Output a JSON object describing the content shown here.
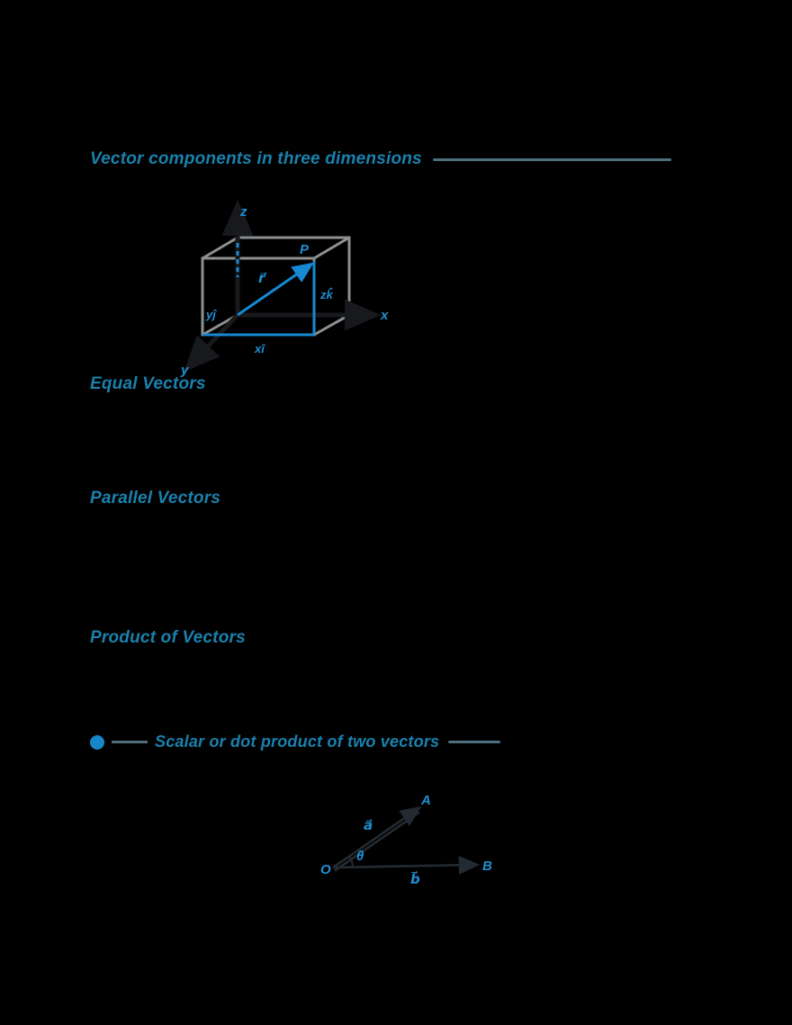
{
  "colors": {
    "background": "#000000",
    "heading_teal": "#1a81ad",
    "diagram_label_blue": "#1f8fd2",
    "vector_blue": "#1689d2",
    "box_gray": "#8d9091",
    "rule_gray": "#4e6f7d",
    "axis_dark": "#17191c",
    "dark_vector": "#232a31",
    "bullet_blue": "#1886c8"
  },
  "sections": {
    "s1": {
      "title": "Vector components in three dimensions"
    },
    "s2": {
      "title": "Equal Vectors"
    },
    "s3": {
      "title": "Parallel Vectors"
    },
    "s4": {
      "title": "Product of Vectors"
    },
    "s5": {
      "title": "Scalar or dot product of two vectors"
    }
  },
  "diagram_3d": {
    "axis_labels": {
      "x": "x",
      "y": "y",
      "z": "z"
    },
    "point_label": "P",
    "vector_label": "r⃗",
    "component_labels": {
      "x_component": "xî",
      "y_component": "yĵ",
      "z_component": "zk̂"
    }
  },
  "diagram_angle": {
    "vertex_label": "O",
    "point_a": "A",
    "point_b": "B",
    "vector_a": "a⃗",
    "vector_b": "b⃗",
    "angle": "θ"
  }
}
